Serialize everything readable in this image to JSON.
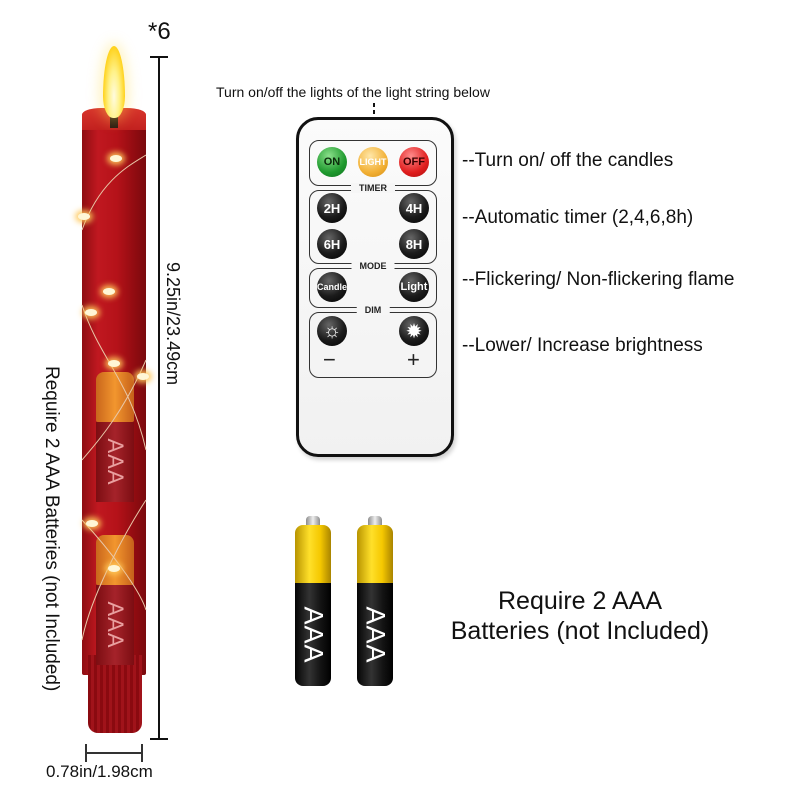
{
  "product": {
    "quantity_label": "*6",
    "height_label": "9.25in/23.49cm",
    "width_label": "0.78in/1.98cm",
    "side_note": "Require 2 AAA Batteries (not Included)",
    "inner_battery_label": "AAA",
    "colors": {
      "candle": "#b51219",
      "flame": "#ffd21c"
    }
  },
  "remote": {
    "top_note": "Turn on/off the lights of the light string below",
    "power_buttons": [
      {
        "label": "ON",
        "color": "#1f9a2e"
      },
      {
        "label": "LIGHT",
        "color": "#f2b035"
      },
      {
        "label": "OFF",
        "color": "#e01e1e"
      }
    ],
    "timer": {
      "title": "TIMER",
      "buttons": [
        "2H",
        "4H",
        "6H",
        "8H"
      ]
    },
    "mode": {
      "title": "MODE",
      "buttons": [
        "Candle",
        "Light"
      ]
    },
    "dim": {
      "title": "DIM",
      "minus": "−",
      "plus": "+",
      "icons": [
        "sun-dim-icon",
        "sun-bright-icon"
      ]
    }
  },
  "functions": [
    "--Turn on/ off the candles",
    "--Automatic timer (2,4,6,8h)",
    "--Flickering/ Non-flickering flame",
    "--Lower/ Increase brightness"
  ],
  "batteries": {
    "label": "AAA",
    "note_line1": "Require 2 AAA",
    "note_line2": "Batteries (not Included)"
  }
}
